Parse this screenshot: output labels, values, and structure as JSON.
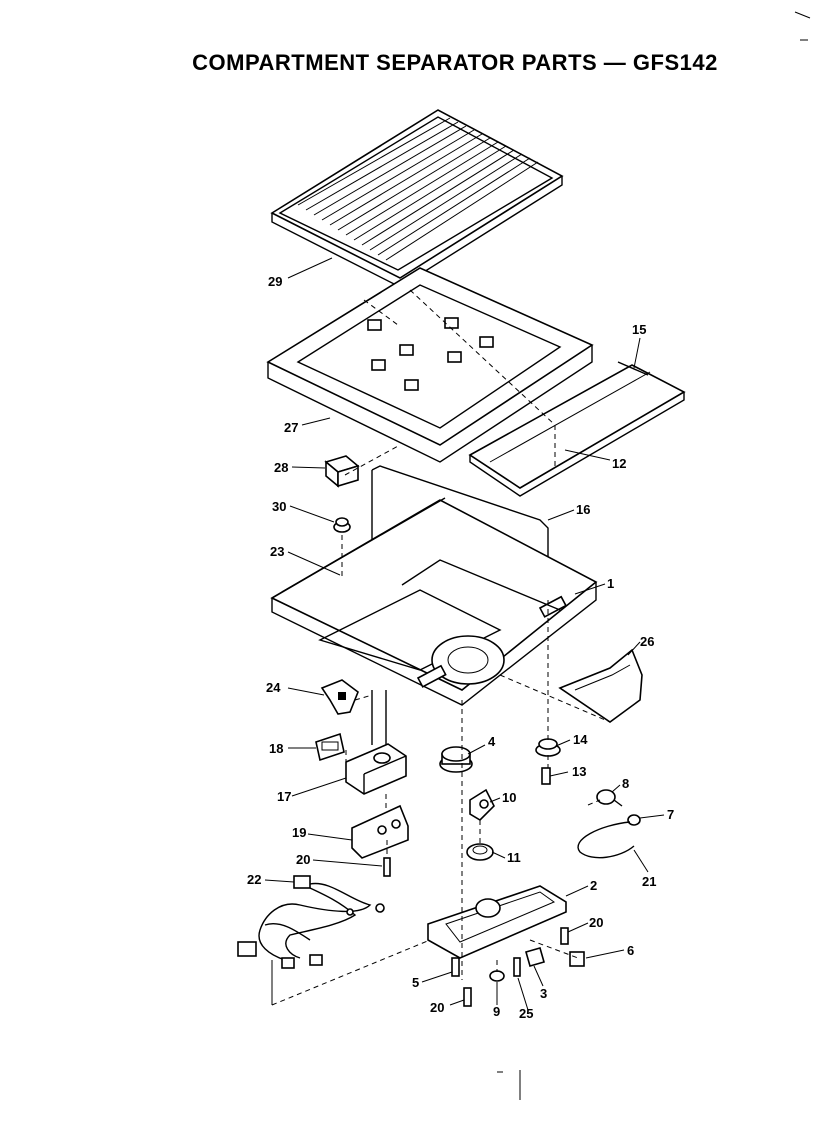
{
  "title": "COMPARTMENT SEPARATOR PARTS — GFS142",
  "callouts": [
    "29",
    "15",
    "27",
    "12",
    "28",
    "16",
    "30",
    "23",
    "1",
    "26",
    "24",
    "4",
    "14",
    "18",
    "13",
    "17",
    "8",
    "10",
    "7",
    "19",
    "11",
    "20",
    "21",
    "22",
    "2",
    "20",
    "6",
    "5",
    "3",
    "20",
    "9",
    "25"
  ]
}
